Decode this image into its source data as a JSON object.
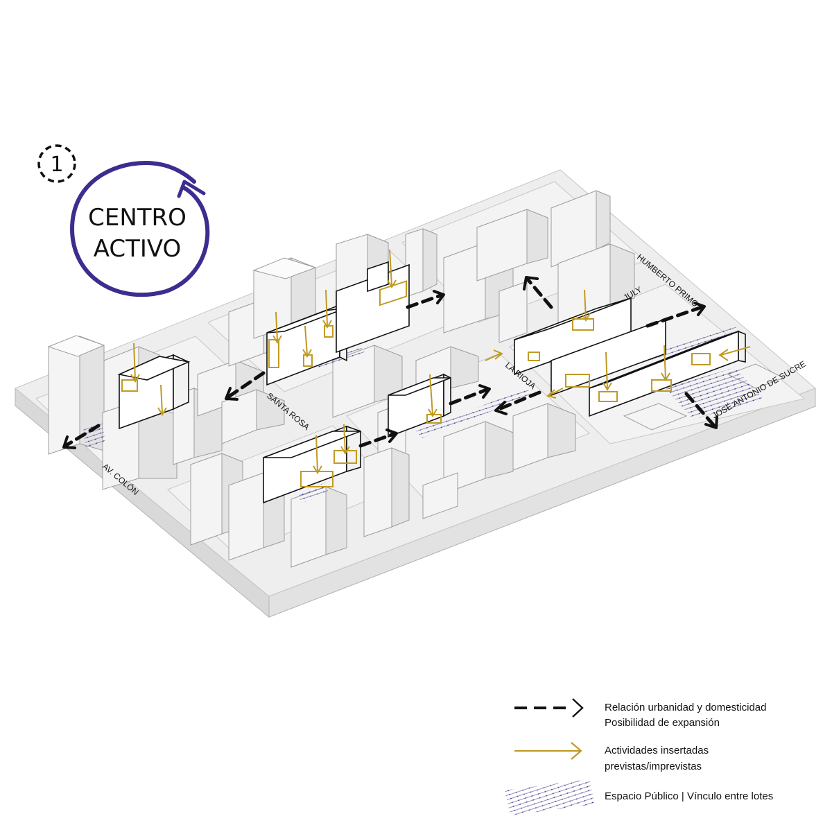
{
  "badge": {
    "number": "1"
  },
  "title": {
    "line1": "CENTRO",
    "line2": "ACTIVO",
    "color": "#3e2c8e"
  },
  "streets": {
    "humberto_primo": "HUMBERTO PRIMO",
    "july": "JULY",
    "la_rioja": "LA RIOJA",
    "santa_rosa": "SANTA ROSA",
    "av_colon": "AV. COLÓN",
    "jose_antonio_de_sucre": "JOSÉ ANTONIO DE SUCRE"
  },
  "legend": {
    "items": [
      {
        "line1": "Relación urbanidad y domesticidad",
        "line2": "Posibilidad de expansión",
        "symbol": "black-dashed-arrow"
      },
      {
        "line1": "Actividades insertadas",
        "line2": "previstas/imprevistas",
        "symbol": "gold-arrow"
      },
      {
        "line1": "Espacio Público | Vínculo entre lotes",
        "line2": "",
        "symbol": "hatch-pattern"
      }
    ]
  },
  "colors": {
    "accent_gold": "#c09a22",
    "accent_purple": "#3e2c8e",
    "base": "#ebebeb",
    "ink": "#111111"
  }
}
